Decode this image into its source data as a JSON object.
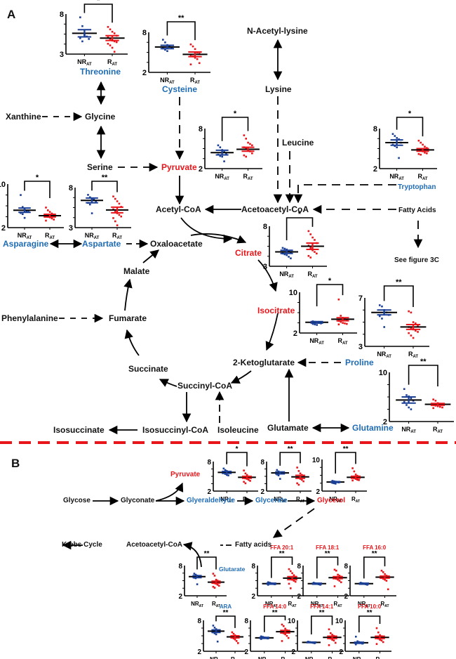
{
  "panels": {
    "a": "A",
    "b": "B"
  },
  "nodes_a": {
    "threonine": "Threonine",
    "cysteine": "Cysteine",
    "n_acetyl_lysine": "N-Acetyl-lysine",
    "lysine": "Lysine",
    "xanthine": "Xanthine",
    "glycine": "Glycine",
    "serine": "Serine",
    "pyruvate": "Pyruvate",
    "leucine": "Leucine",
    "tryptophan": "Tryptophan",
    "acetyl_coa": "Acetyl-CoA",
    "acetoacetyl_coa": "Acetoacetyl-CoA",
    "fatty_acids": "Fatty Acids",
    "see_figure": "See figure 3C",
    "asparagine": "Asparagine",
    "aspartate": "Aspartate",
    "oxaloacetate": "Oxaloacetate",
    "citrate": "Citrate",
    "malate": "Malate",
    "isocitrate": "Isocitrate",
    "phenylalanine": "Phenylalanine",
    "fumarate": "Fumarate",
    "proline": "Proline",
    "ketoglutarate": "2-Ketoglutarate",
    "succinate": "Succinate",
    "succinyl_coa": "Succinyl-CoA",
    "isosuccinate": "Isosuccinate",
    "isosuccinyl_coa": "Isosuccinyl-CoA",
    "isoleucine": "Isoleucine",
    "glutamate": "Glutamate",
    "glutamine": "Glutamine"
  },
  "nodes_b": {
    "glycose": "Glycose",
    "glyconate": "Glyconate",
    "pyruvate": "Pyruvate",
    "glyceraldehyde": "Glyeraldehyde",
    "glycerate": "Glycerate",
    "glycerol": "Glycerol",
    "krebs": "Krebs Cycle",
    "acetoacetyl_coa": "Acetoacetyl-CoA",
    "fatty_acids": "Fatty acids",
    "glutarate": "Glutarate"
  },
  "groups": {
    "nr": "NR",
    "r": "R",
    "sub": "AT"
  },
  "colors": {
    "nr": "#1a3f95",
    "r": "#e8161b",
    "amino_acid_label": "#1f6cb5",
    "metabolite_label": "#e8161b",
    "divider": "#e8161b"
  },
  "chart_data": [
    {
      "type": "scatter",
      "title": "Threonine",
      "ylim": [
        3,
        8
      ],
      "yticks": [
        "8",
        "3"
      ],
      "sig": "*",
      "nr_mean": 5.6,
      "nr_sem": 0.45,
      "r_mean": 5.0,
      "r_sem": 0.3,
      "nr_points": [
        7.6,
        6.5,
        5.4,
        5.2,
        4.9,
        5.0,
        4.6
      ],
      "r_points": [
        6.4,
        6.1,
        5.8,
        5.6,
        5.3,
        5.1,
        4.9,
        4.7,
        4.6,
        4.5,
        4.3,
        4.1,
        3.8,
        3.3
      ]
    },
    {
      "type": "scatter",
      "title": "Cysteine",
      "ylim": [
        2,
        8
      ],
      "yticks": [
        "8",
        "2"
      ],
      "sig": "**",
      "nr_mean": 5.8,
      "nr_sem": 0.25,
      "r_mean": 4.7,
      "r_sem": 0.35,
      "nr_points": [
        6.9,
        6.5,
        6.1,
        5.9,
        5.7,
        5.6,
        5.4,
        5.2
      ],
      "r_points": [
        6.2,
        5.9,
        5.5,
        5.0,
        4.8,
        4.6,
        4.4,
        4.2,
        4.0,
        3.4,
        3.2
      ]
    },
    {
      "type": "scatter",
      "title": "Pyruvate",
      "ylim": [
        2,
        8
      ],
      "yticks": [
        "8",
        "2"
      ],
      "sig": "*",
      "nr_mean": 4.4,
      "nr_sem": 0.35,
      "r_mean": 4.9,
      "r_sem": 0.3,
      "nr_points": [
        5.5,
        5.2,
        4.8,
        4.5,
        4.3,
        4.1,
        3.9,
        3.8,
        3.1
      ],
      "r_points": [
        7.0,
        6.5,
        5.9,
        5.7,
        5.5,
        5.2,
        5.0,
        4.8,
        4.6,
        4.3,
        4.0,
        3.8
      ]
    },
    {
      "type": "scatter",
      "title": "Tryptophan",
      "ylim": [
        2,
        8
      ],
      "yticks": [
        "8",
        "2"
      ],
      "sig": "*",
      "nr_mean": 5.9,
      "nr_sem": 0.4,
      "r_mean": 4.8,
      "r_sem": 0.2,
      "nr_points": [
        7.2,
        6.9,
        6.6,
        6.4,
        5.9,
        5.6,
        5.4,
        5.2,
        3.6
      ],
      "r_points": [
        6.2,
        5.9,
        5.6,
        5.3,
        5.1,
        4.9,
        4.7,
        4.6,
        4.4,
        4.3,
        4.2,
        4.1
      ]
    },
    {
      "type": "scatter",
      "title": "Asparagine",
      "ylim": [
        2,
        10
      ],
      "yticks": [
        "10",
        "2"
      ],
      "sig": "*",
      "nr_mean": 5.2,
      "nr_sem": 0.4,
      "r_mean": 4.2,
      "r_sem": 0.25,
      "nr_points": [
        8.0,
        5.8,
        5.3,
        5.0,
        4.9,
        4.7,
        4.5,
        3.8
      ],
      "r_points": [
        5.7,
        5.2,
        4.9,
        4.6,
        4.4,
        4.2,
        4.0,
        3.9,
        3.7,
        3.5,
        3.3
      ]
    },
    {
      "type": "scatter",
      "title": "Aspartate",
      "ylim": [
        3,
        8
      ],
      "yticks": [
        "8",
        "3"
      ],
      "sig": "**",
      "nr_mean": 6.4,
      "nr_sem": 0.3,
      "r_mean": 5.2,
      "r_sem": 0.35,
      "nr_points": [
        7.1,
        6.8,
        6.6,
        6.5,
        6.3,
        6.1,
        5.9,
        4.8
      ],
      "r_points": [
        6.9,
        6.6,
        6.3,
        6.0,
        5.6,
        5.3,
        5.0,
        4.8,
        4.6,
        4.4,
        4.2,
        3.8,
        3.3
      ]
    },
    {
      "type": "scatter",
      "title": "Citrate",
      "ylim": [
        3,
        8
      ],
      "yticks": [
        "8",
        "3"
      ],
      "sig": "*",
      "nr_mean": 4.8,
      "nr_sem": 0.2,
      "r_mean": 5.5,
      "r_sem": 0.4,
      "nr_points": [
        5.3,
        5.2,
        5.1,
        4.9,
        4.7,
        4.6,
        4.5,
        4.4,
        4.2,
        4.0
      ],
      "r_points": [
        7.4,
        7.0,
        6.6,
        6.3,
        5.9,
        5.6,
        5.3,
        5.0,
        4.8,
        4.6,
        4.3,
        4.1
      ]
    },
    {
      "type": "scatter",
      "title": "Isocitrate",
      "ylim": [
        2,
        10
      ],
      "yticks": [
        "10",
        "2"
      ],
      "sig": "*",
      "nr_mean": 4.1,
      "nr_sem": 0.15,
      "r_mean": 4.7,
      "r_sem": 0.3,
      "nr_points": [
        4.3,
        4.2,
        4.1,
        4.0,
        3.9,
        3.8,
        3.7,
        3.6
      ],
      "r_points": [
        8.6,
        5.4,
        5.0,
        4.8,
        4.6,
        4.4,
        4.2,
        4.0,
        3.9,
        3.8,
        3.7
      ]
    },
    {
      "type": "scatter",
      "title": "Proline",
      "ylim": [
        3,
        7
      ],
      "yticks": [
        "7",
        "3"
      ],
      "sig": "**",
      "nr_mean": 5.8,
      "nr_sem": 0.2,
      "r_mean": 4.6,
      "r_sem": 0.2,
      "nr_points": [
        6.4,
        6.3,
        6.0,
        5.8,
        5.6,
        5.5,
        5.3,
        4.6
      ],
      "r_points": [
        5.9,
        5.8,
        5.0,
        4.9,
        4.7,
        4.6,
        4.5,
        4.4,
        4.3,
        4.2,
        4.1,
        3.9,
        3.7
      ]
    },
    {
      "type": "scatter",
      "title": "Glutamine",
      "ylim": [
        2,
        10
      ],
      "yticks": [
        "10",
        "2"
      ],
      "sig": "**",
      "nr_mean": 5.5,
      "nr_sem": 0.5,
      "r_mean": 4.8,
      "r_sem": 0.15,
      "nr_points": [
        7.3,
        6.3,
        6.1,
        5.8,
        5.4,
        5.2,
        4.7,
        4.3,
        4.0
      ],
      "r_points": [
        5.6,
        5.4,
        5.0,
        4.9,
        4.8,
        4.7,
        4.6,
        4.5,
        4.4,
        4.3,
        4.2
      ]
    },
    {
      "type": "scatter",
      "title": "Pyruvate (B)",
      "ylim": [
        2,
        8
      ],
      "yticks": [
        "8",
        "2"
      ],
      "sig": "*",
      "nr_mean": 5.8,
      "nr_sem": 0.2,
      "r_mean": 4.8,
      "r_sem": 0.2,
      "nr_points": [
        6.6,
        6.3,
        6.1,
        5.9,
        5.8,
        5.7,
        5.5,
        5.3,
        5.2
      ],
      "r_points": [
        6.2,
        5.6,
        5.3,
        5.0,
        4.9,
        4.8,
        4.6,
        4.5,
        4.3,
        4.1,
        3.9,
        3.6
      ]
    },
    {
      "type": "scatter",
      "title": "Glycerate",
      "ylim": [
        2,
        8
      ],
      "yticks": [
        "8",
        "2"
      ],
      "sig": "**",
      "nr_mean": 5.7,
      "nr_sem": 0.2,
      "r_mean": 4.9,
      "r_sem": 0.3,
      "nr_points": [
        6.3,
        6.0,
        5.8,
        5.7,
        5.6,
        5.4,
        5.2,
        4.5
      ],
      "r_points": [
        6.8,
        6.1,
        5.6,
        5.3,
        5.0,
        4.8,
        4.7,
        4.5,
        4.3,
        4.0,
        3.6,
        3.3
      ]
    },
    {
      "type": "scatter",
      "title": "Glycerol",
      "ylim": [
        2,
        10
      ],
      "yticks": [
        "10",
        "2"
      ],
      "sig": "**",
      "nr_mean": 4.3,
      "nr_sem": 0.1,
      "r_mean": 5.5,
      "r_sem": 0.25,
      "nr_points": [
        4.6,
        4.5,
        4.4,
        4.3,
        4.2,
        4.1,
        4.0,
        3.9
      ],
      "r_points": [
        7.8,
        7.0,
        6.2,
        5.9,
        5.7,
        5.5,
        5.3,
        5.1,
        4.9,
        4.8,
        4.7
      ]
    },
    {
      "type": "scatter",
      "title": "Glutarate",
      "ylim": [
        2,
        8
      ],
      "yticks": [
        "8",
        "2"
      ],
      "sig": "**",
      "nr_mean": 5.8,
      "nr_sem": 0.2,
      "r_mean": 4.7,
      "r_sem": 0.2,
      "nr_points": [
        6.4,
        6.2,
        6.0,
        5.9,
        5.8,
        5.6,
        5.5,
        4.3
      ],
      "r_points": [
        6.4,
        6.0,
        5.2,
        5.0,
        4.8,
        4.7,
        4.5,
        4.4,
        4.2,
        4.0,
        3.8,
        3.6
      ]
    },
    {
      "type": "scatter",
      "title": "FFA 20:1",
      "ylim": [
        2,
        8
      ],
      "yticks": [
        "8",
        "2"
      ],
      "sig": "**",
      "nr_mean": 4.4,
      "nr_sem": 0.1,
      "r_mean": 5.5,
      "r_sem": 0.3,
      "nr_points": [
        4.7,
        4.6,
        4.5,
        4.4,
        4.3,
        4.2
      ],
      "r_points": [
        7.3,
        6.9,
        6.5,
        6.1,
        5.8,
        5.6,
        5.4,
        5.2,
        5.0,
        4.8,
        4.4,
        3.5
      ]
    },
    {
      "type": "scatter",
      "title": "FFA 18:1",
      "ylim": [
        2,
        8
      ],
      "yticks": [
        "8",
        "2"
      ],
      "sig": "**",
      "nr_mean": 4.4,
      "nr_sem": 0.1,
      "r_mean": 5.6,
      "r_sem": 0.2,
      "nr_points": [
        4.6,
        4.5,
        4.4,
        4.3,
        4.2
      ],
      "r_points": [
        7.2,
        7.0,
        6.2,
        6.0,
        5.8,
        5.6,
        5.4,
        5.2,
        5.0,
        4.7,
        3.9
      ]
    },
    {
      "type": "scatter",
      "title": "FFA 16:0",
      "ylim": [
        2,
        8
      ],
      "yticks": [
        "8",
        "2"
      ],
      "sig": "**",
      "nr_mean": 4.4,
      "nr_sem": 0.1,
      "r_mean": 5.7,
      "r_sem": 0.2,
      "nr_points": [
        4.6,
        4.5,
        4.4,
        4.3,
        4.2
      ],
      "r_points": [
        7.0,
        6.7,
        6.3,
        6.0,
        5.8,
        5.6,
        5.4,
        5.2,
        5.0,
        3.3
      ]
    },
    {
      "type": "scatter",
      "title": "ARA",
      "ylim": [
        2,
        8
      ],
      "yticks": [
        "8",
        "2"
      ],
      "sig": "**",
      "nr_mean": 5.9,
      "nr_sem": 0.25,
      "r_mean": 4.8,
      "r_sem": 0.2,
      "nr_points": [
        7.0,
        6.6,
        6.3,
        6.1,
        5.9,
        5.7,
        5.5,
        5.3,
        3.9
      ],
      "r_points": [
        5.7,
        5.4,
        5.1,
        4.9,
        4.8,
        4.7,
        4.5,
        4.3,
        4.0,
        3.6
      ]
    },
    {
      "type": "scatter",
      "title": "FFA 14:0",
      "ylim": [
        2,
        8
      ],
      "yticks": [
        "8",
        "2"
      ],
      "sig": "**",
      "nr_mean": 4.6,
      "nr_sem": 0.1,
      "r_mean": 5.8,
      "r_sem": 0.25,
      "nr_points": [
        4.9,
        4.8,
        4.7,
        4.6,
        4.5,
        4.4
      ],
      "r_points": [
        7.2,
        6.9,
        6.4,
        6.1,
        5.9,
        5.7,
        5.5,
        5.3,
        5.0,
        4.6,
        4.0
      ]
    },
    {
      "type": "scatter",
      "title": "FFA 14:1",
      "ylim": [
        2,
        10
      ],
      "yticks": [
        "10",
        "2"
      ],
      "sig": "**",
      "nr_mean": 4.3,
      "nr_sem": 0.08,
      "r_mean": 5.6,
      "r_sem": 0.3,
      "nr_points": [
        4.5,
        4.4,
        4.3,
        4.2,
        4.1
      ],
      "r_points": [
        7.7,
        6.7,
        6.3,
        6.0,
        5.7,
        5.5,
        5.3,
        5.0,
        4.8,
        4.2,
        3.6
      ]
    },
    {
      "type": "scatter",
      "title": "FFA 10:0",
      "ylim": [
        2,
        10
      ],
      "yticks": [
        "10",
        "2"
      ],
      "sig": "**",
      "nr_mean": 4.2,
      "nr_sem": 0.15,
      "r_mean": 5.6,
      "r_sem": 0.3,
      "nr_points": [
        5.8,
        4.6,
        4.4,
        4.2,
        4.0,
        3.8
      ],
      "r_points": [
        8.0,
        6.9,
        6.2,
        5.9,
        5.7,
        5.5,
        5.3,
        5.0,
        4.8,
        4.4,
        3.9
      ]
    }
  ]
}
